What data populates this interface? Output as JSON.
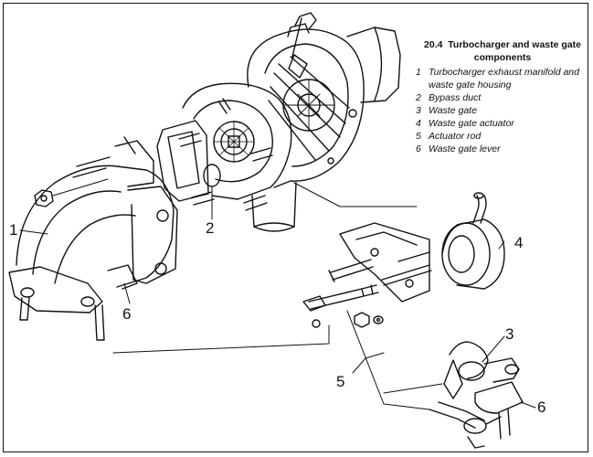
{
  "caption": {
    "figure_number": "20.4",
    "title_line1": "Turbocharger and waste gate",
    "title_line2": "components",
    "items": [
      {
        "num": "1",
        "text": "Turbocharger exhaust manifold and waste gate housing"
      },
      {
        "num": "2",
        "text": "Bypass duct"
      },
      {
        "num": "3",
        "text": "Waste gate"
      },
      {
        "num": "4",
        "text": "Waste gate actuator"
      },
      {
        "num": "5",
        "text": "Actuator rod"
      },
      {
        "num": "6",
        "text": "Waste gate lever"
      }
    ]
  },
  "callouts": {
    "c1": "1",
    "c2": "2",
    "c3": "3",
    "c4": "4",
    "c5": "5",
    "c6_left": "6",
    "c6_right": "6"
  }
}
